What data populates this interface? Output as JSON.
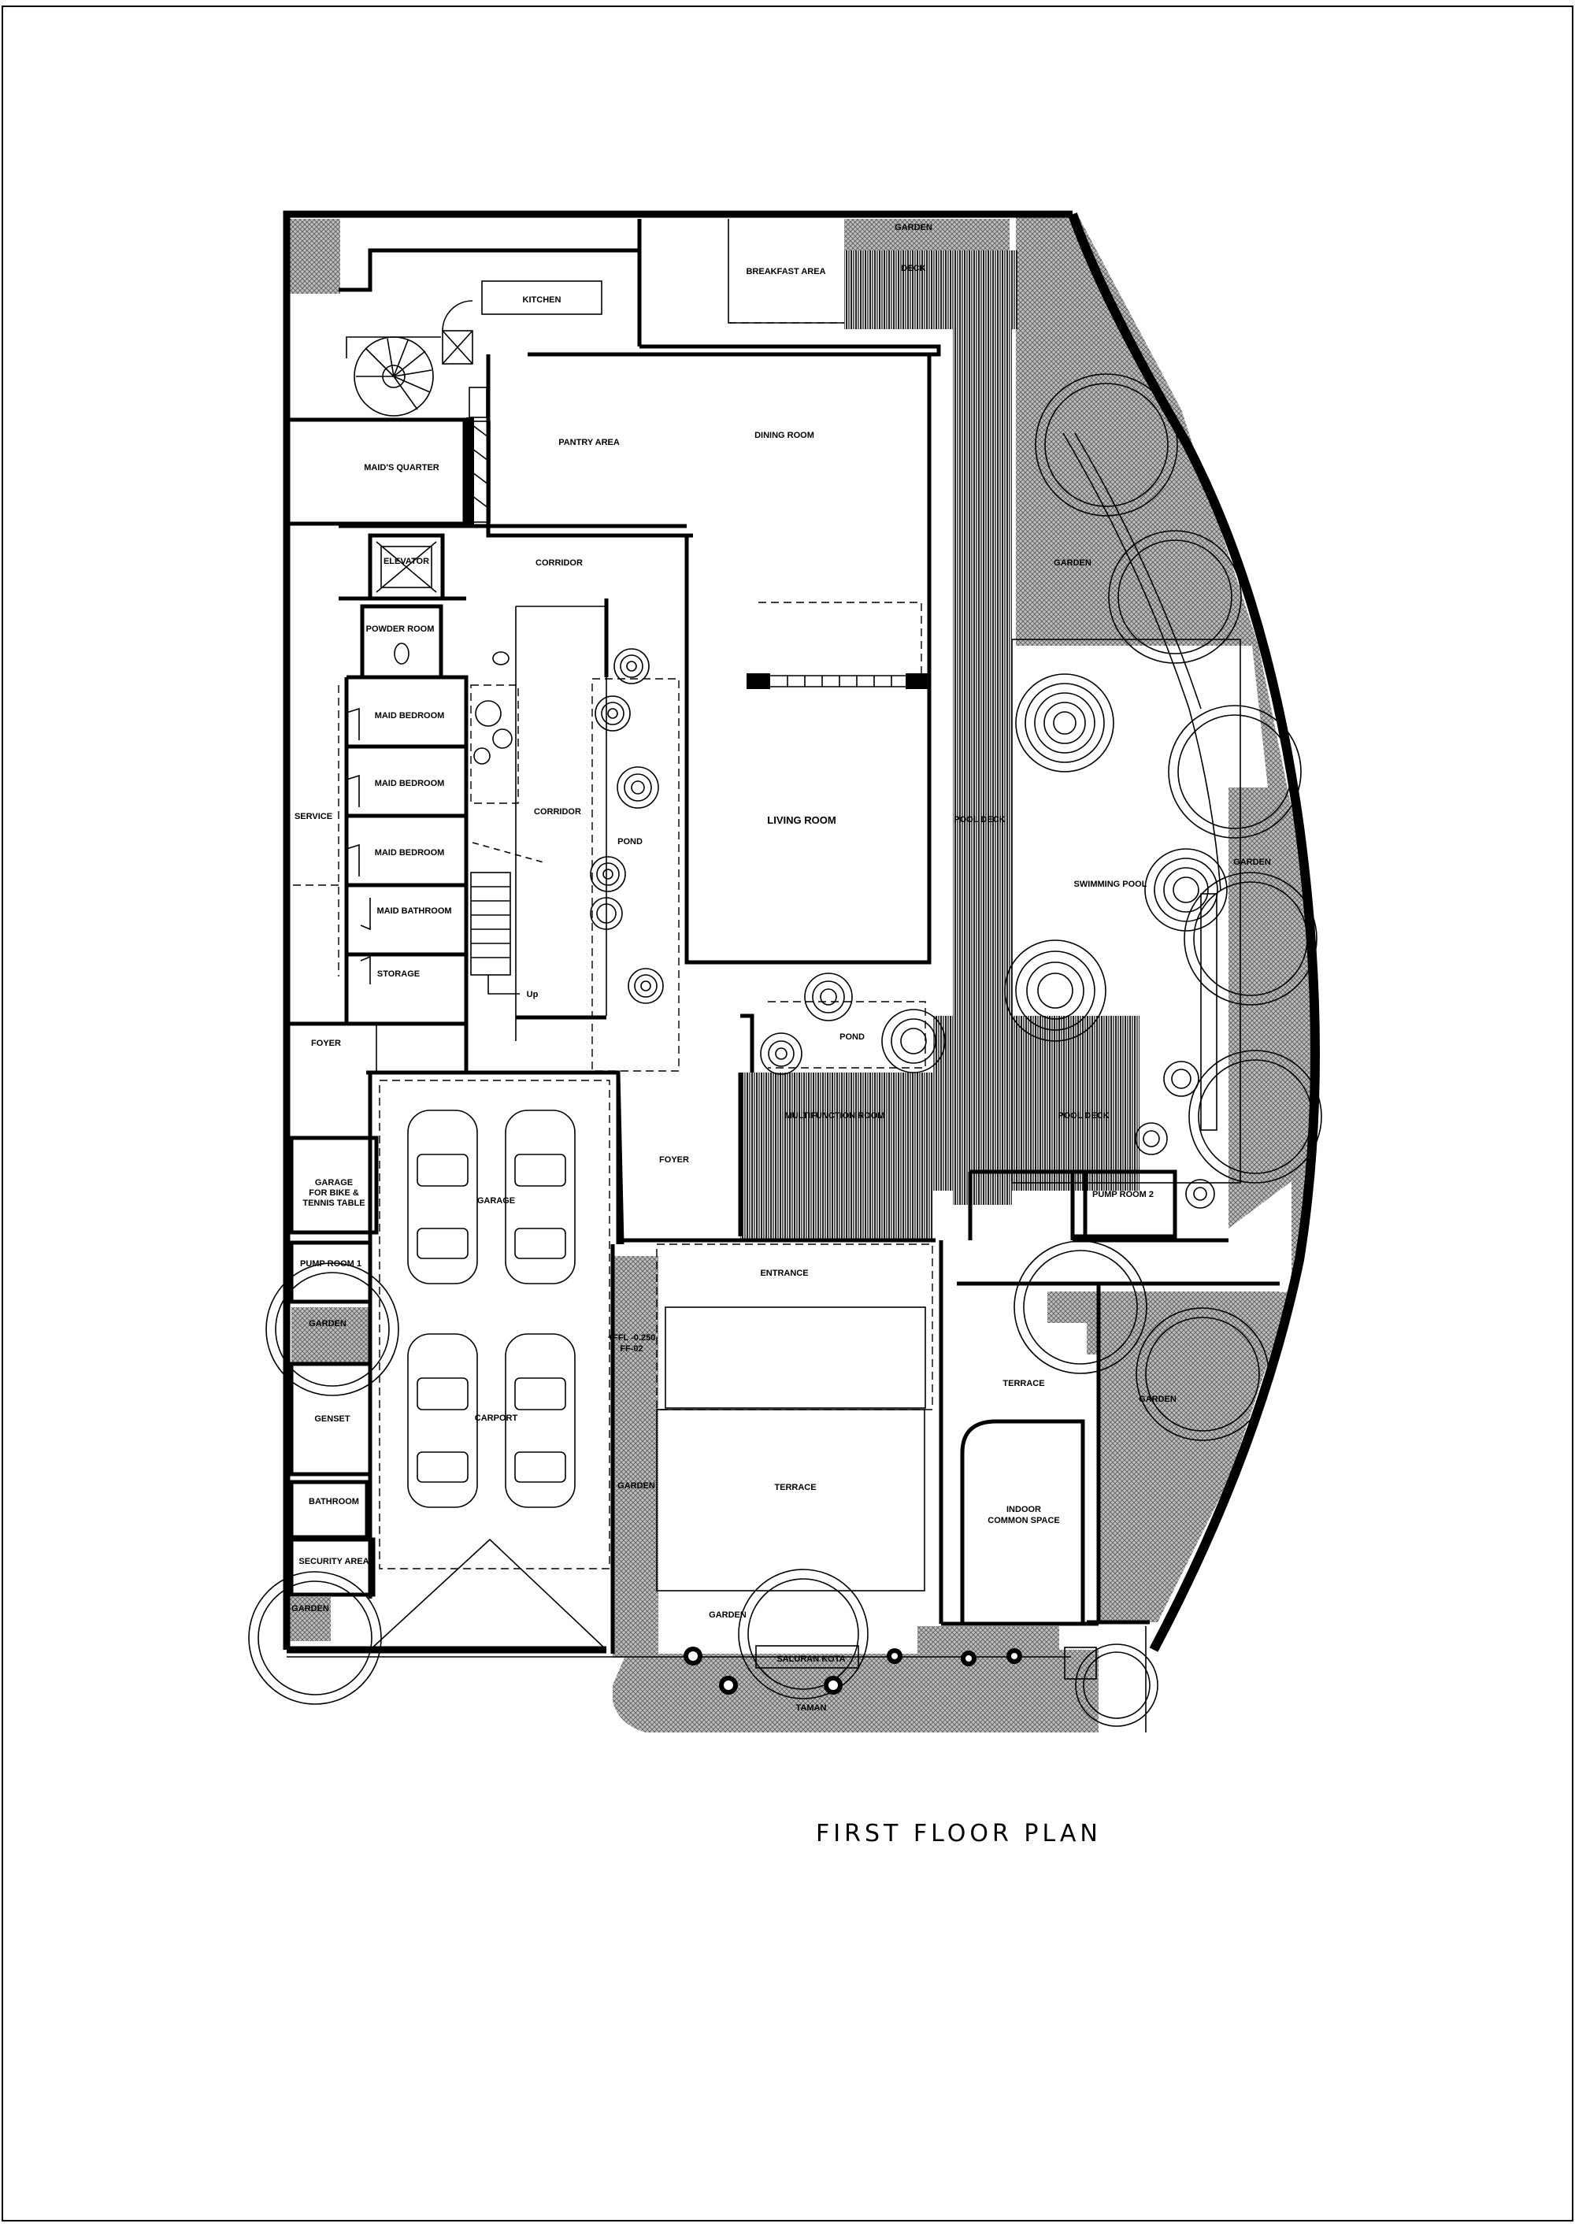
{
  "drawing": {
    "title": "FIRST FLOOR PLAN"
  },
  "rooms": {
    "kitchen": "KITCHEN",
    "breakfast": "BREAKFAST AREA",
    "garden_top": "GARDEN",
    "deck_top": "DECK",
    "pantry": "PANTRY AREA",
    "dining": "DINING ROOM",
    "maids_quarter": "MAID'S QUARTER",
    "elevator": "ELEVATOR",
    "corridor_upper": "CORRIDOR",
    "powder_room": "POWDER ROOM",
    "garden_east_upper": "GARDEN",
    "maid_bedroom_1": "MAID BEDROOM",
    "maid_bedroom_2": "MAID BEDROOM",
    "maid_bedroom_3": "MAID BEDROOM",
    "service": "SERVICE",
    "corridor_lower": "CORRIDOR",
    "pond_west": "POND",
    "living": "LIVING ROOM",
    "pool_deck_strip": "POOL DECK",
    "swimming_pool": "SWIMMING POOL",
    "garden_east_mid": "GARDEN",
    "maid_bathroom": "MAID BATHROOM",
    "storage": "STORAGE",
    "up": "Up",
    "foyer_west": "FOYER",
    "pond_south": "POND",
    "multifunction": "MULTIFUNCTION ROOM",
    "pool_deck": "POOL DECK",
    "garage_bike_1": "GARAGE",
    "garage_bike_2": "FOR BIKE &",
    "garage_bike_3": "TENNIS TABLE",
    "garage": "GARAGE",
    "foyer": "FOYER",
    "pump_room_1": "PUMP ROOM 1",
    "pump_room_2": "PUMP ROOM 2",
    "entrance": "ENTRANCE",
    "garden_west": "GARDEN",
    "level_1": "+FFL -0.250",
    "level_2": "FF-02",
    "terrace_east": "TERRACE",
    "garden_east_low": "GARDEN",
    "genset": "GENSET",
    "carport": "CARPORT",
    "terrace": "TERRACE",
    "garden_mid": "GARDEN",
    "indoor_1": "INDOOR",
    "indoor_2": "COMMON SPACE",
    "bathroom": "BATHROOM",
    "security": "SECURITY AREA",
    "garden_sw": "GARDEN",
    "garden_south": "GARDEN",
    "saluran": "SALURAN KOTA",
    "taman": "TAMAN"
  },
  "style": {
    "line": "#000000",
    "hatch": "#9a9a9a",
    "background": "#ffffff"
  }
}
